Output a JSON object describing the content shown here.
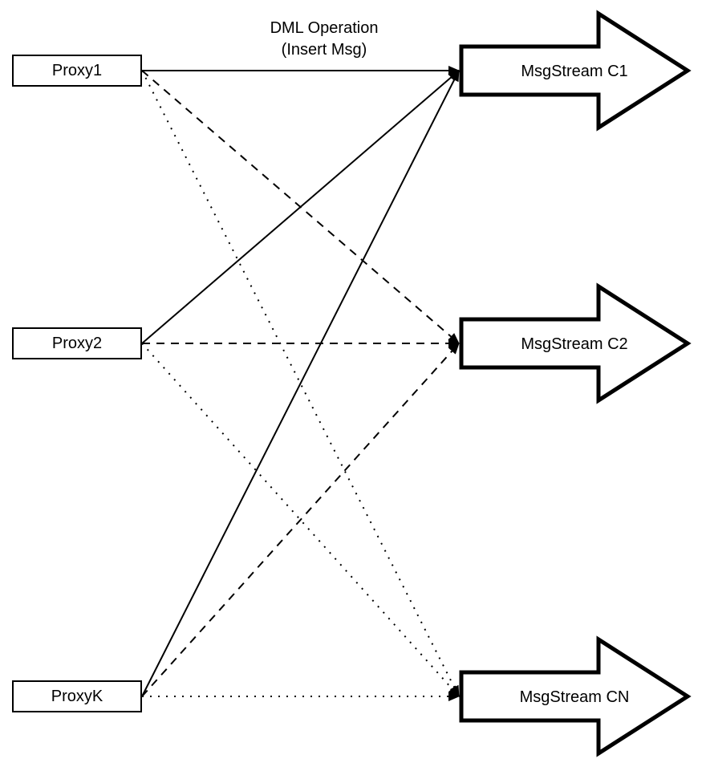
{
  "diagram": {
    "annotation": {
      "line1": "DML Operation",
      "line2": "(Insert Msg)"
    },
    "proxies": [
      {
        "id": "proxy1",
        "label": "Proxy1"
      },
      {
        "id": "proxy2",
        "label": "Proxy2"
      },
      {
        "id": "proxyk",
        "label": "ProxyK"
      }
    ],
    "streams": [
      {
        "id": "c1",
        "label": "MsgStream C1"
      },
      {
        "id": "c2",
        "label": "MsgStream C2"
      },
      {
        "id": "cn",
        "label": "MsgStream CN"
      }
    ],
    "edges": [
      {
        "from": "proxy1",
        "to": "c1",
        "style": "solid"
      },
      {
        "from": "proxy1",
        "to": "c2",
        "style": "dashed"
      },
      {
        "from": "proxy1",
        "to": "cn",
        "style": "dotted"
      },
      {
        "from": "proxy2",
        "to": "c1",
        "style": "solid"
      },
      {
        "from": "proxy2",
        "to": "c2",
        "style": "dashed"
      },
      {
        "from": "proxy2",
        "to": "cn",
        "style": "dotted"
      },
      {
        "from": "proxyk",
        "to": "c1",
        "style": "solid"
      },
      {
        "from": "proxyk",
        "to": "c2",
        "style": "dashed"
      },
      {
        "from": "proxyk",
        "to": "cn",
        "style": "dotted"
      }
    ],
    "colors": {
      "stroke": "#000000",
      "fill": "#ffffff",
      "background": "#ffffff"
    }
  }
}
